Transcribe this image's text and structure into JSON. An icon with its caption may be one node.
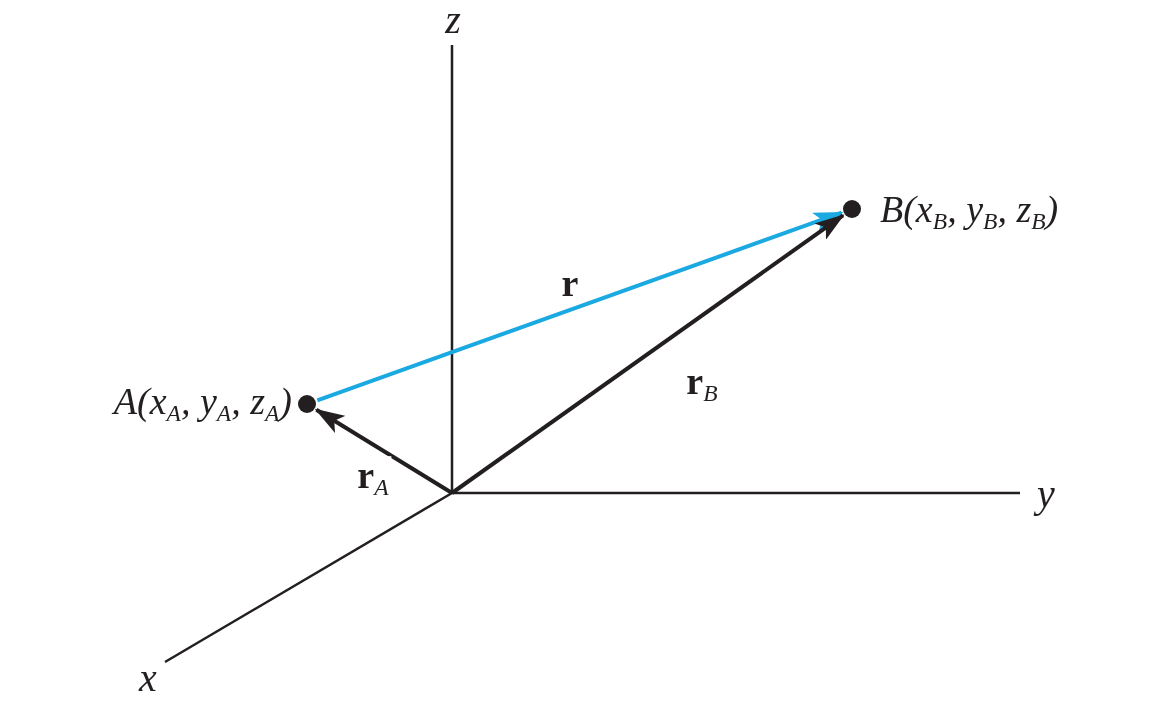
{
  "diagram": {
    "nodes": [
      {
        "text": [],
        "shape": "dot",
        "beside": [
          "A(x$_{A}$, y$_{A}$, z$_{A}$)"
        ]
      },
      {
        "text": [],
        "shape": "dot",
        "beside": [
          "B(x$_{B}$, y$_{B}$, z$_{B}$)"
        ]
      }
    ],
    "edges": [
      {
        "from": 0,
        "to": 1,
        "arrow": "to",
        "label": "r",
        "color": "#1ba9e1"
      },
      {
        "from": null,
        "to": 0,
        "arrow": "to",
        "label": "r$_{A}$"
      },
      {
        "from": null,
        "to": 1,
        "arrow": "to",
        "label": "r$_{B}$"
      }
    ],
    "labels": [
      "z",
      "y",
      "x"
    ]
  }
}
